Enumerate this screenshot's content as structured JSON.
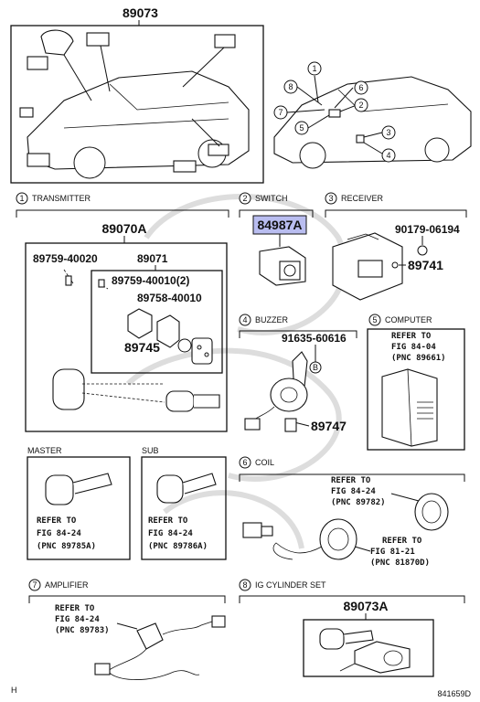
{
  "top": {
    "label": "89073"
  },
  "callouts": [
    "1",
    "2",
    "3",
    "4",
    "5",
    "6",
    "7",
    "8"
  ],
  "sections": {
    "transmitter": {
      "num": "1",
      "title": "TRANSMITTER",
      "main": "89070A",
      "sub": "89071",
      "p1": "89759-40020",
      "p2": "89759-40010(2)",
      "p3": "89758-40010",
      "p4": "89745"
    },
    "switch": {
      "num": "2",
      "title": "SWITCH",
      "part": "84987A"
    },
    "receiver": {
      "num": "3",
      "title": "RECEIVER",
      "p1": "90179-06194",
      "p2": "89741"
    },
    "buzzer": {
      "num": "4",
      "title": "BUZZER",
      "p1": "91635-60616",
      "p2": "89747",
      "mark": "B"
    },
    "computer": {
      "num": "5",
      "title": "COMPUTER",
      "ref1": "REFER TO",
      "ref2": "FIG 84-04",
      "ref3": "(PNC 89661)"
    },
    "master": {
      "title": "MASTER",
      "ref1": "REFER TO",
      "ref2": "FIG 84-24",
      "ref3": "(PNC 89785A)"
    },
    "sub": {
      "title": "SUB",
      "ref1": "REFER TO",
      "ref2": "FIG 84-24",
      "ref3": "(PNC 89786A)"
    },
    "coil": {
      "num": "6",
      "title": "COIL",
      "refA1": "REFER TO",
      "refA2": "FIG 84-24",
      "refA3": "(PNC 89782)",
      "refB1": "REFER TO",
      "refB2": "FIG 81-21",
      "refB3": "(PNC 81870D)"
    },
    "amplifier": {
      "num": "7",
      "title": "AMPLIFIER",
      "ref1": "REFER TO",
      "ref2": "FIG 84-24",
      "ref3": "(PNC 89783)"
    },
    "igcyl": {
      "num": "8",
      "title": "IG CYLINDER SET",
      "part": "89073A"
    }
  },
  "footer": {
    "left": "H",
    "right": "841659D"
  },
  "colors": {
    "highlight": "#b9bdf0"
  }
}
